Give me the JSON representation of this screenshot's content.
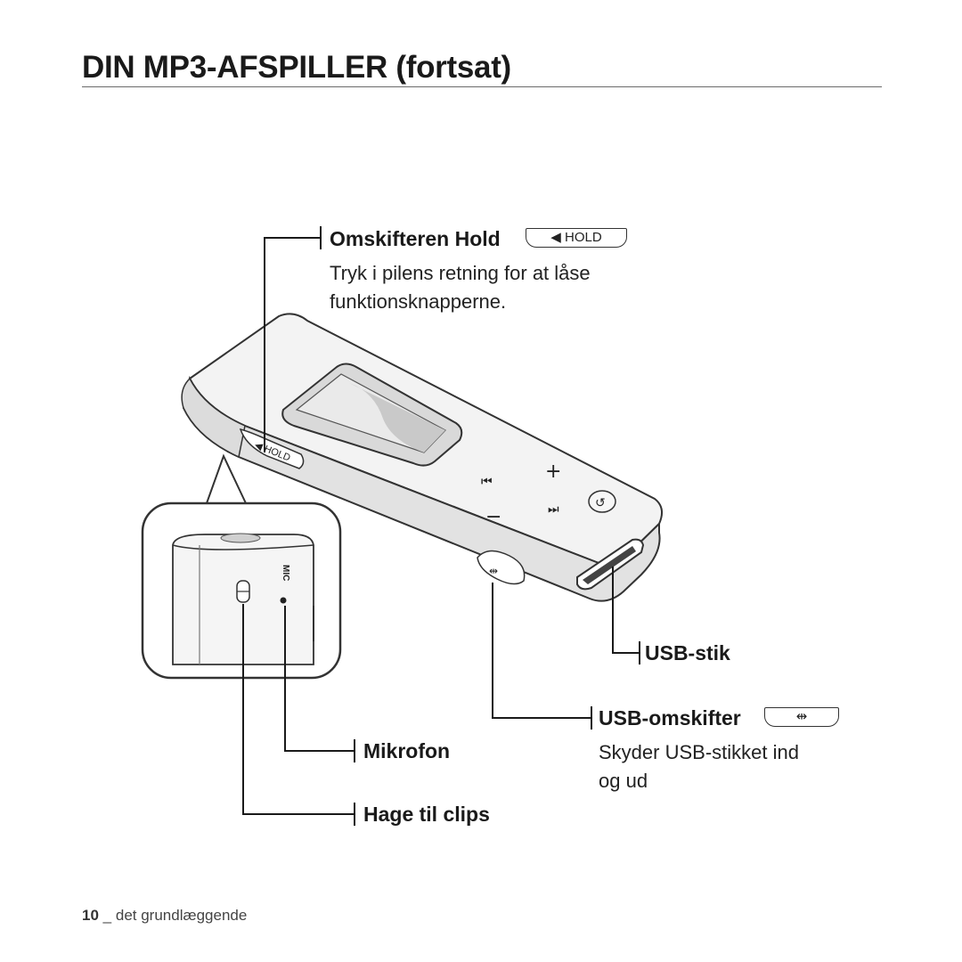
{
  "page": {
    "title": "DIN MP3-AFSPILLER (fortsat)",
    "page_number": "10",
    "separator": "_",
    "section": "det grundlæggende"
  },
  "callouts": {
    "hold": {
      "label": "Omskifteren Hold",
      "badge_text": "◀ HOLD",
      "description_line1": "Tryk i pilens retning for at låse",
      "description_line2": "funktionsknapperne."
    },
    "usb_jack": {
      "label": "USB-stik"
    },
    "usb_switch": {
      "label": "USB-omskifter",
      "description_line1": "Skyder USB-stikket ind",
      "description_line2": "og ud"
    },
    "mic": {
      "label": "Mikrofon"
    },
    "clip": {
      "label": "Hage til clips"
    }
  },
  "device": {
    "hold_switch_text": "◀ HOLD",
    "mic_text": "MIC",
    "buttons": [
      "⏮",
      "+",
      "−",
      "⏭",
      "↺"
    ]
  },
  "icons": {
    "usb": "usb-icon",
    "hold_arrow": "left-arrow-icon"
  }
}
